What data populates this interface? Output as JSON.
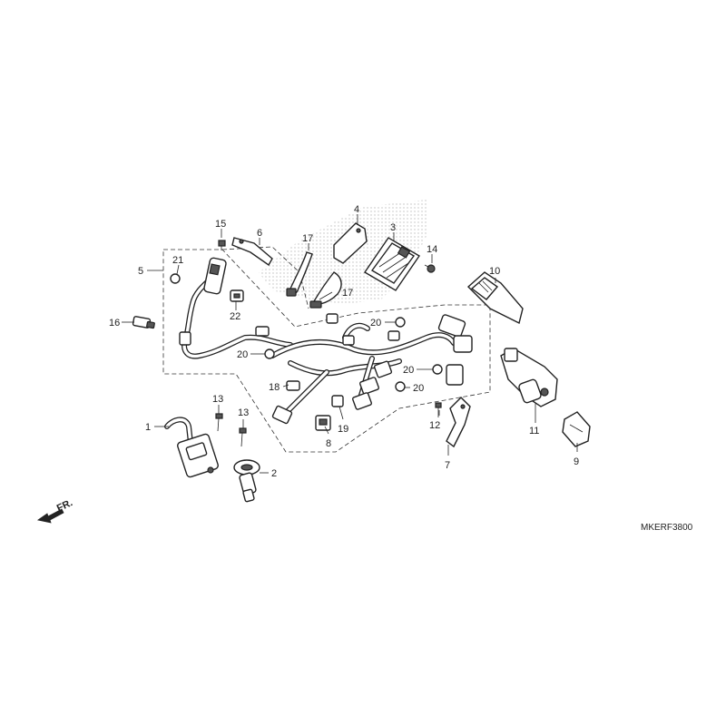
{
  "diagram": {
    "callouts": [
      "1",
      "2",
      "3",
      "4",
      "5",
      "6",
      "7",
      "8",
      "9",
      "10",
      "11",
      "12",
      "13",
      "14",
      "15",
      "16",
      "17",
      "18",
      "19",
      "20",
      "21",
      "22"
    ],
    "drawing_code": "MKERF3800",
    "front_indicator": "FR."
  }
}
